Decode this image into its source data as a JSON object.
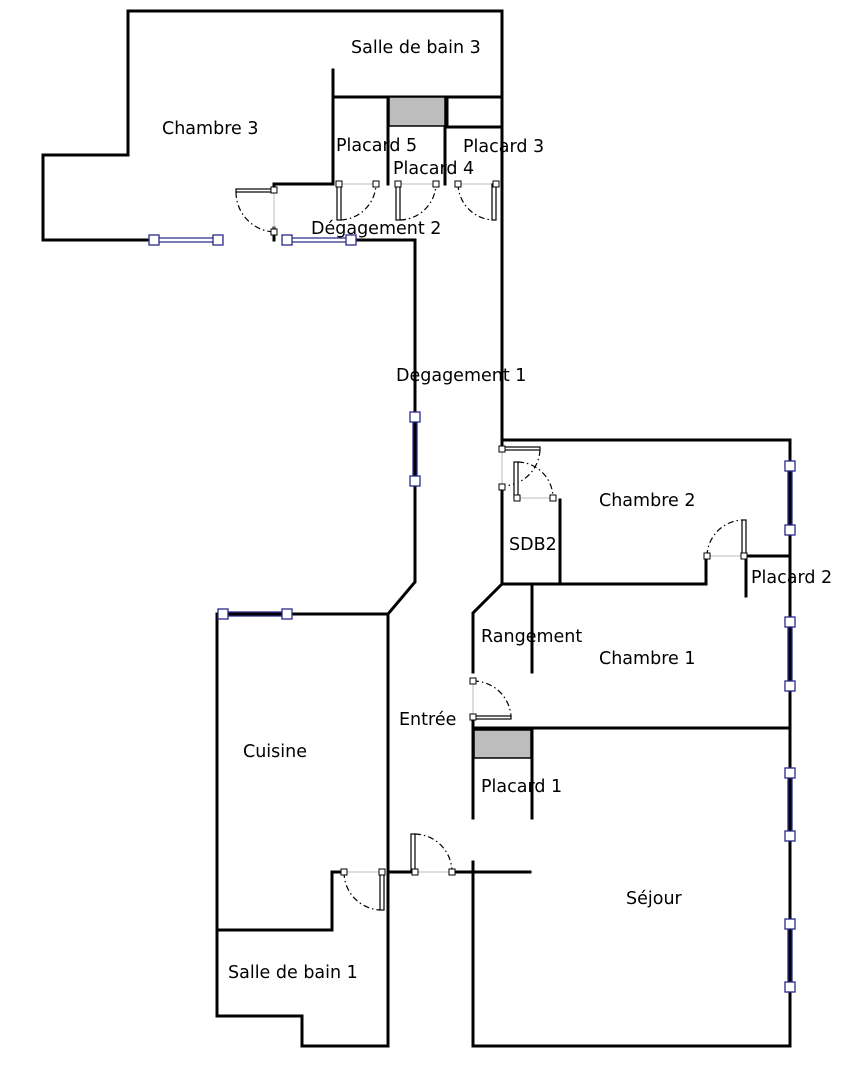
{
  "rooms": [
    {
      "id": "salle-de-bain-3",
      "label": "Salle de bain 3"
    },
    {
      "id": "chambre-3",
      "label": "Chambre 3"
    },
    {
      "id": "placard-5",
      "label": "Placard 5"
    },
    {
      "id": "placard-4",
      "label": "Placard 4"
    },
    {
      "id": "placard-3",
      "label": "Placard 3"
    },
    {
      "id": "degagement-2",
      "label": "Dégagement 2"
    },
    {
      "id": "degagement-1",
      "label": "Degagement 1"
    },
    {
      "id": "chambre-2",
      "label": "Chambre 2"
    },
    {
      "id": "sdb2",
      "label": "SDB2"
    },
    {
      "id": "placard-2",
      "label": "Placard 2"
    },
    {
      "id": "rangement",
      "label": "Rangement"
    },
    {
      "id": "chambre-1",
      "label": "Chambre 1"
    },
    {
      "id": "entree",
      "label": "Entrée"
    },
    {
      "id": "cuisine",
      "label": "Cuisine"
    },
    {
      "id": "placard-1",
      "label": "Placard 1"
    },
    {
      "id": "sejour",
      "label": "Séjour"
    },
    {
      "id": "salle-de-bain-1",
      "label": "Salle de bain 1"
    }
  ]
}
